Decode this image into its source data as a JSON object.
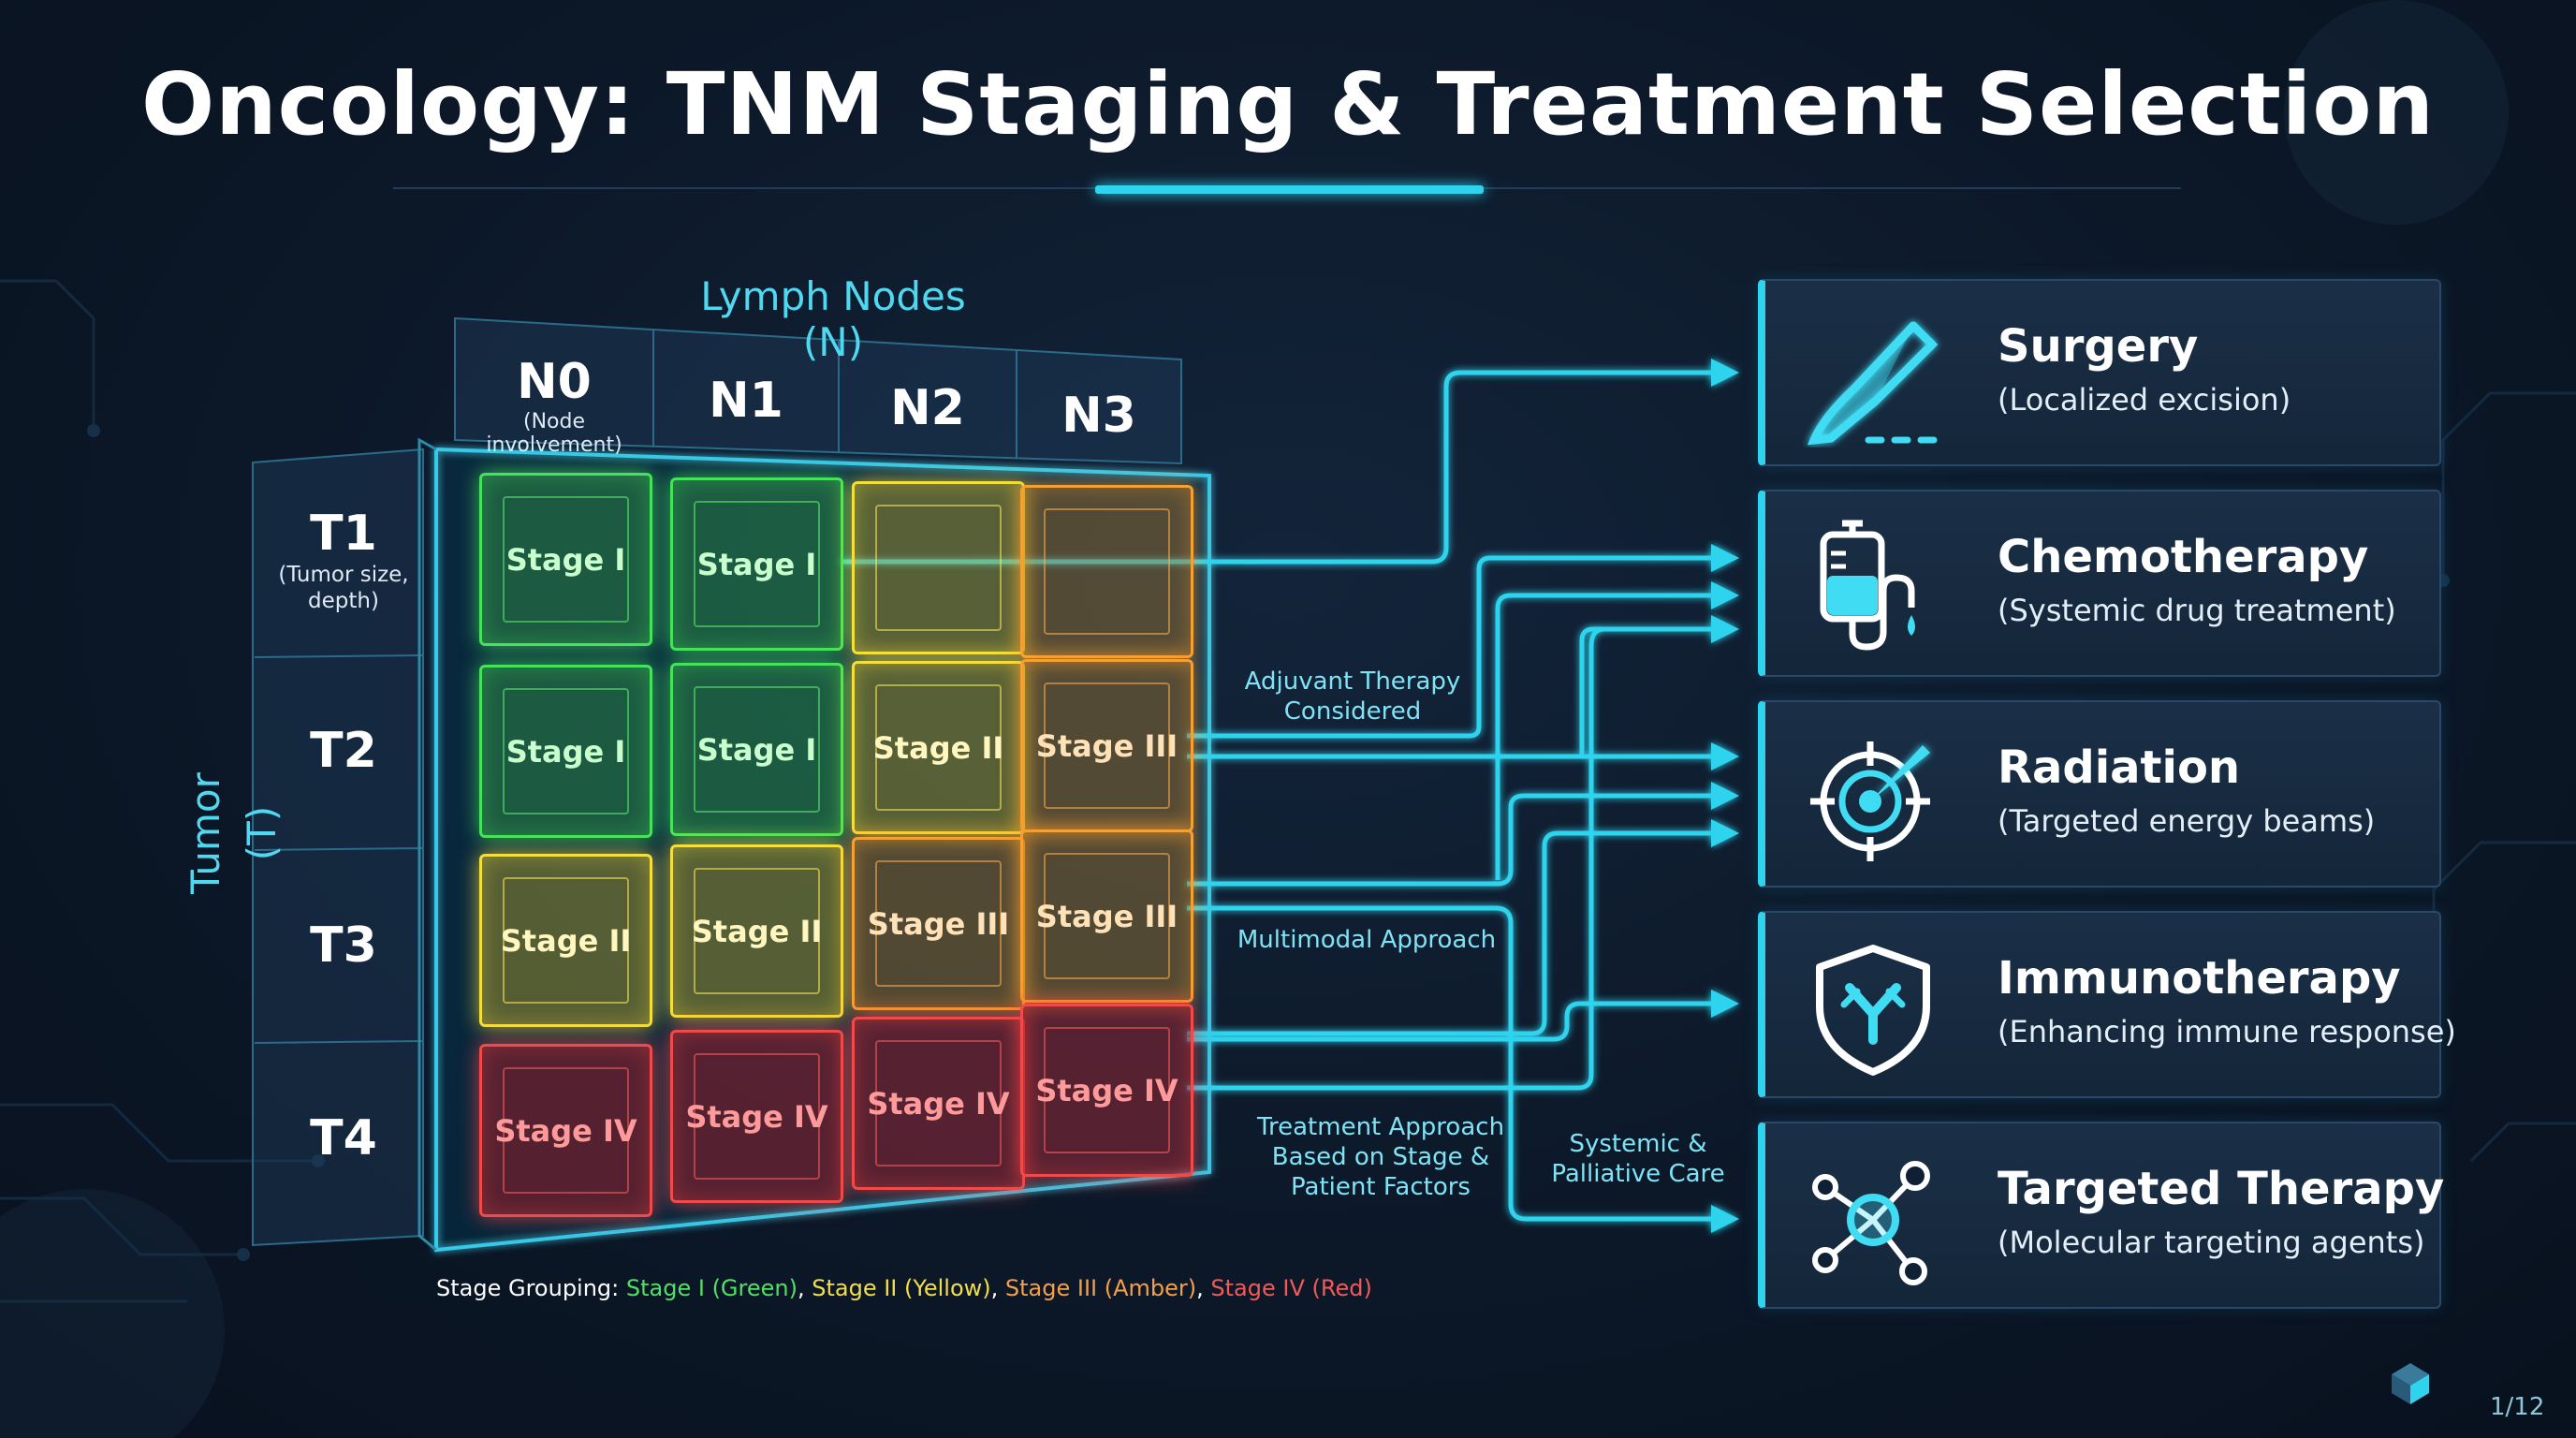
{
  "title": "Oncology: TNM Staging & Treatment Selection",
  "axes": {
    "n_label": "Lymph Nodes (N)",
    "t_label": "Tumor (T)"
  },
  "columns": [
    {
      "label": "N0",
      "sub": "(Node involvement)"
    },
    {
      "label": "N1",
      "sub": ""
    },
    {
      "label": "N2",
      "sub": ""
    },
    {
      "label": "N3",
      "sub": ""
    }
  ],
  "rows": [
    {
      "label": "T1",
      "sub": "(Tumor size, depth)"
    },
    {
      "label": "T2",
      "sub": ""
    },
    {
      "label": "T3",
      "sub": ""
    },
    {
      "label": "T4",
      "sub": ""
    }
  ],
  "grid": [
    [
      "Stage I",
      "Stage I",
      "",
      ""
    ],
    [
      "Stage I",
      "Stage I",
      "Stage II",
      "Stage III"
    ],
    [
      "Stage II",
      "Stage II",
      "Stage III",
      "Stage III"
    ],
    [
      "Stage IV",
      "Stage IV",
      "Stage IV",
      "Stage IV"
    ]
  ],
  "grid_colors": [
    [
      "green",
      "green",
      "yellow",
      "amber"
    ],
    [
      "green",
      "green",
      "yellow",
      "amber"
    ],
    [
      "yellow",
      "yellow",
      "amber",
      "amber"
    ],
    [
      "red",
      "red",
      "red",
      "red"
    ]
  ],
  "annotations": {
    "adjuvant": "Adjuvant Therapy Considered",
    "multimodal": "Multimodal Approach",
    "approach": "Treatment Approach Based on Stage & Patient Factors",
    "systemic": "Systemic & Palliative Care"
  },
  "legend": {
    "prefix": "Stage Grouping: ",
    "stage1": "Stage I (Green)",
    "stage2": "Stage II (Yellow)",
    "stage3": "Stage III (Amber)",
    "stage4": "Stage IV (Red)",
    "sep": ", "
  },
  "treatments": [
    {
      "name": "Surgery",
      "desc": "(Localized excision)",
      "icon": "scalpel-icon"
    },
    {
      "name": "Chemotherapy",
      "desc": "(Systemic drug treatment)",
      "icon": "iv-bag-icon"
    },
    {
      "name": "Radiation",
      "desc": "(Targeted energy beams)",
      "icon": "target-beam-icon"
    },
    {
      "name": "Immunotherapy",
      "desc": "(Enhancing immune response)",
      "icon": "antibody-shield-icon"
    },
    {
      "name": "Targeted Therapy",
      "desc": "(Molecular targeting agents)",
      "icon": "molecule-icon"
    }
  ],
  "page": "1/12",
  "colors": {
    "accent": "#2fd3ee",
    "green": "#45e35b",
    "yellow": "#f5df3c",
    "amber": "#f5a032",
    "red": "#f04a4a"
  }
}
